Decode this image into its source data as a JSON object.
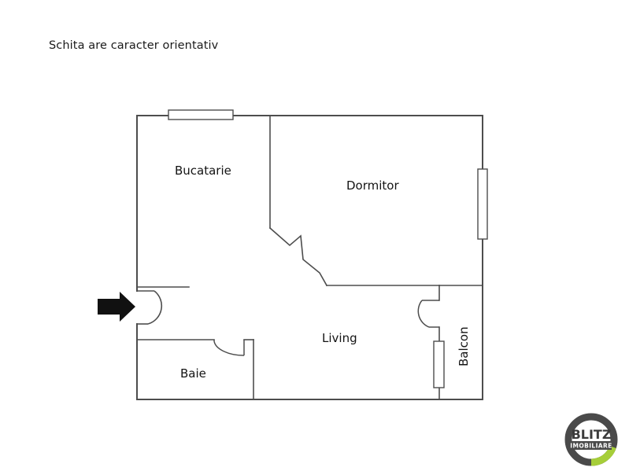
{
  "document": {
    "type": "floor-plan",
    "note": "Schita are caracter orientativ",
    "language": "ro"
  },
  "plan": {
    "rooms": [
      {
        "id": "bucatarie",
        "label": "Bucatarie"
      },
      {
        "id": "dormitor",
        "label": "Dormitor"
      },
      {
        "id": "living",
        "label": "Living"
      },
      {
        "id": "baie",
        "label": "Baie"
      },
      {
        "id": "balcon",
        "label": "Balcon",
        "orientation": "vertical"
      }
    ],
    "features": {
      "entrance_arrow": "entrance-arrow",
      "windows": [
        "kitchen-top-window",
        "bedroom-right-window",
        "balcony-window"
      ],
      "doors": [
        "entrance-door",
        "bathroom-door",
        "balcony-door"
      ]
    },
    "colors": {
      "wall": "#4d4d4d",
      "window_fill": "#ffffff",
      "arrow": "#111111",
      "background": "#ffffff",
      "text": "#141414"
    }
  },
  "logo": {
    "name": "BLITZ",
    "tagline": "IMOBILIARE",
    "ring_color": "#4a4a4a",
    "accent_color": "#a6ce39",
    "text_color": "#3b3b3b"
  }
}
